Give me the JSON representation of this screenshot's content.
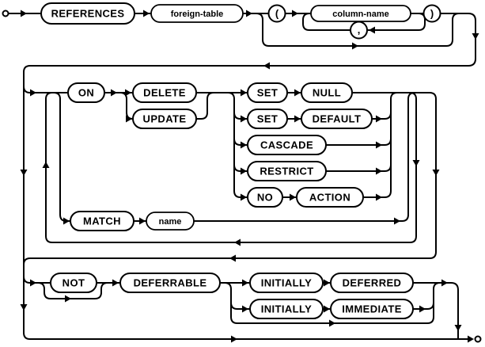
{
  "diagram": {
    "kind": "railroad-syntax-diagram",
    "colors": {
      "line": "#000000",
      "background": "#ffffff"
    },
    "nodes": {
      "references": {
        "label": "REFERENCES",
        "type": "keyword"
      },
      "foreign_table": {
        "label": "foreign-table",
        "type": "variable"
      },
      "lparen": {
        "label": "(",
        "type": "literal"
      },
      "column_name": {
        "label": "column-name",
        "type": "variable"
      },
      "comma": {
        "label": ",",
        "type": "literal"
      },
      "rparen": {
        "label": ")",
        "type": "literal"
      },
      "on": {
        "label": "ON",
        "type": "keyword"
      },
      "delete": {
        "label": "DELETE",
        "type": "keyword"
      },
      "update": {
        "label": "UPDATE",
        "type": "keyword"
      },
      "set1": {
        "label": "SET",
        "type": "keyword"
      },
      "null": {
        "label": "NULL",
        "type": "keyword"
      },
      "set2": {
        "label": "SET",
        "type": "keyword"
      },
      "default": {
        "label": "DEFAULT",
        "type": "keyword"
      },
      "cascade": {
        "label": "CASCADE",
        "type": "keyword"
      },
      "restrict": {
        "label": "RESTRICT",
        "type": "keyword"
      },
      "no": {
        "label": "NO",
        "type": "keyword"
      },
      "action": {
        "label": "ACTION",
        "type": "keyword"
      },
      "match": {
        "label": "MATCH",
        "type": "keyword"
      },
      "name": {
        "label": "name",
        "type": "variable"
      },
      "not": {
        "label": "NOT",
        "type": "keyword"
      },
      "deferrable": {
        "label": "DEFERRABLE",
        "type": "keyword"
      },
      "initially1": {
        "label": "INITIALLY",
        "type": "keyword"
      },
      "deferred": {
        "label": "DEFERRED",
        "type": "keyword"
      },
      "initially2": {
        "label": "INITIALLY",
        "type": "keyword"
      },
      "immediate": {
        "label": "IMMEDIATE",
        "type": "keyword"
      }
    }
  }
}
